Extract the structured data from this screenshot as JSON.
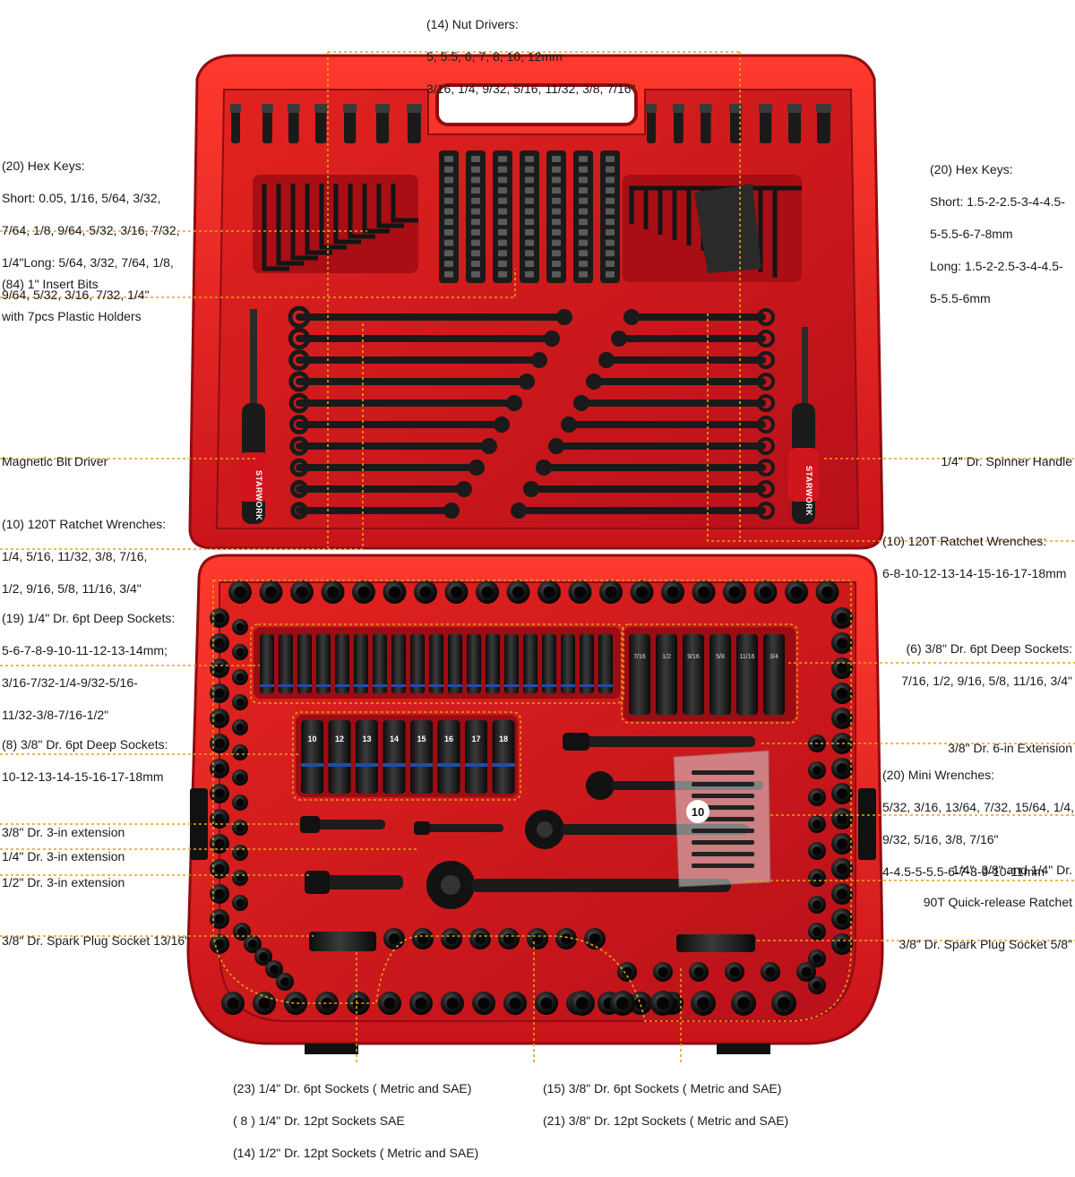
{
  "brand": "STARWORK",
  "colors": {
    "case_red": "#e11b1b",
    "case_dark_red": "#a80e0e",
    "tray_red": "#c8161a",
    "leader": "#e3a21a",
    "tool_black": "#151515"
  },
  "labels": {
    "nut_drivers": [
      "(14) Nut Drivers:",
      "5, 5.5, 6, 7, 8, 10, 12mm",
      "3/16, 1/4, 9/32, 5/16, 11/32, 3/8, 7/16\""
    ],
    "hex_keys_sae": [
      "(20) Hex Keys:",
      "Short: 0.05, 1/16, 5/64, 3/32,",
      "7/64, 1/8, 9/64, 5/32, 3/16, 7/32,",
      "1/4\"Long: 5/64, 3/32, 7/64, 1/8,",
      "9/64, 5/32, 3/16, 7/32, 1/4\""
    ],
    "hex_keys_metric": [
      "(20) Hex Keys:",
      "Short: 1.5-2-2.5-3-4-4.5-",
      "5-5.5-6-7-8mm",
      "Long: 1.5-2-2.5-3-4-4.5-",
      "5-5.5-6mm"
    ],
    "insert_bits": [
      "(84) 1\" Insert Bits",
      "with 7pcs Plastic Holders"
    ],
    "magnetic_bit_driver": [
      "Magnetic Bit Driver"
    ],
    "spinner_handle": [
      "1/4\" Dr. Spinner Handle"
    ],
    "ratchet_wrenches_sae": [
      "(10) 120T Ratchet Wrenches:",
      "1/4, 5/16, 11/32, 3/8, 7/16,",
      "1/2, 9/16, 5/8, 11/16, 3/4\""
    ],
    "ratchet_wrenches_metric": [
      "(10) 120T Ratchet Wrenches:",
      "6-8-10-12-13-14-15-16-17-18mm"
    ],
    "quarter_deep_sockets": [
      "(19) 1/4\" Dr. 6pt Deep Sockets:",
      "5-6-7-8-9-10-11-12-13-14mm;",
      "3/16-7/32-1/4-9/32-5/16-",
      "11/32-3/8-7/16-1/2\""
    ],
    "three_eighth_deep_sae": [
      "(6) 3/8\" Dr. 6pt Deep Sockets:",
      "7/16, 1/2, 9/16, 5/8, 11/16, 3/4\""
    ],
    "three_eighth_deep_metric": [
      "(8) 3/8\" Dr. 6pt Deep Sockets:",
      "10-12-13-14-15-16-17-18mm"
    ],
    "six_in_extension": [
      "3/8\" Dr. 6-in Extension"
    ],
    "mini_wrenches": [
      "(20) Mini Wrenches:",
      "5/32, 3/16, 13/64, 7/32, 15/64, 1/4,",
      "9/32, 5/16, 3/8, 7/16\"",
      "4-4.5-5-5.5-6-7-8-9-10-11mm"
    ],
    "ext_38_3in": [
      "3/8\" Dr. 3-in extension"
    ],
    "ext_14_3in": [
      "1/4\" Dr. 3-in extension"
    ],
    "ext_12_3in": [
      "1/2\" Dr. 3-in extension"
    ],
    "quick_release_ratchet": [
      "1/4\", 3/8\" and 1/4\" Dr.",
      "90T Quick-release Ratchet"
    ],
    "spark_plug_1316": [
      "3/8\" Dr. Spark Plug Socket 13/16\""
    ],
    "spark_plug_58": [
      "3/8\" Dr. Spark Plug Socket 5/8\""
    ],
    "bottom_left": [
      "(23) 1/4\" Dr. 6pt Sockets ( Metric and SAE)",
      "( 8 ) 1/4\" Dr. 12pt Sockets SAE",
      "(14) 1/2\" Dr. 12pt Sockets ( Metric and SAE)"
    ],
    "bottom_right": [
      "(15) 3/8\" Dr. 6pt Sockets ( Metric and SAE)",
      "(21) 3/8\" Dr. 12pt Sockets ( Metric and SAE)"
    ]
  },
  "socket_marks": {
    "metric_deep_38": [
      "10",
      "12",
      "13",
      "14",
      "15",
      "16",
      "17",
      "18"
    ],
    "sae_deep_38": [
      "7/16",
      "1/2",
      "9/16",
      "5/8",
      "11/16",
      "3/4"
    ]
  }
}
